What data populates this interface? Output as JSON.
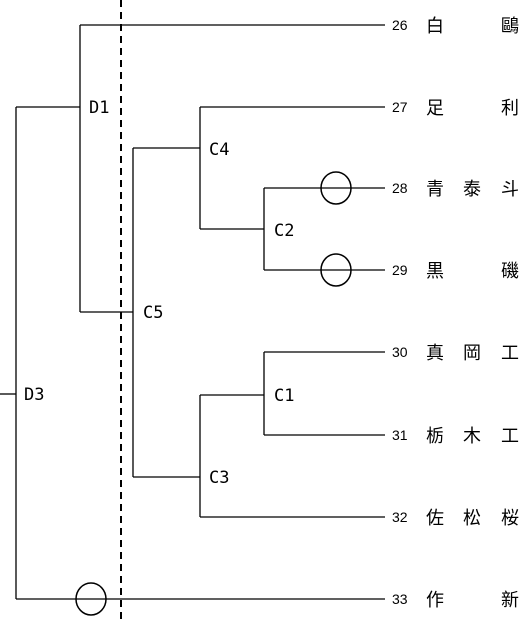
{
  "matches": [
    {
      "id": "D1"
    },
    {
      "id": "D3"
    },
    {
      "id": "C5"
    },
    {
      "id": "C4"
    },
    {
      "id": "C2"
    },
    {
      "id": "C1"
    },
    {
      "id": "C3"
    }
  ],
  "teams": [
    {
      "num": "26",
      "chars": [
        "白",
        "鷗"
      ]
    },
    {
      "num": "27",
      "chars": [
        "足",
        "利"
      ]
    },
    {
      "num": "28",
      "chars": [
        "青",
        "泰",
        "斗"
      ]
    },
    {
      "num": "29",
      "chars": [
        "黒",
        "磯"
      ]
    },
    {
      "num": "30",
      "chars": [
        "真",
        "岡",
        "工"
      ]
    },
    {
      "num": "31",
      "chars": [
        "栃",
        "木",
        "工"
      ]
    },
    {
      "num": "32",
      "chars": [
        "佐",
        "松",
        "桜"
      ]
    },
    {
      "num": "33",
      "chars": [
        "作",
        "新"
      ]
    }
  ],
  "winner_marks": [
    "28",
    "29",
    "33"
  ]
}
